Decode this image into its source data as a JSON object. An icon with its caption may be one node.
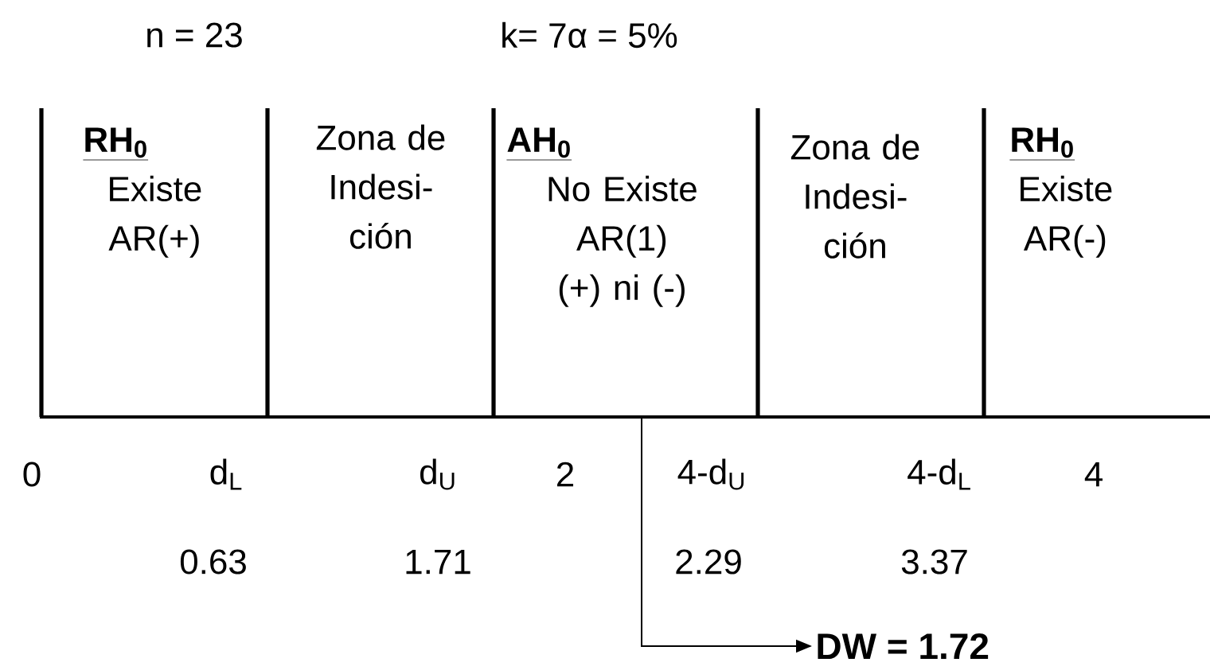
{
  "diagram": {
    "nodes": [
      {
        "text": [
          "RH$_{0}$",
          "Existe AR(+)"
        ]
      },
      {
        "text": [
          "Zona de Indesi- ción"
        ]
      },
      {
        "text": [
          "AH$_{0}$",
          "No Existe AR(1) (+) ni (-)"
        ]
      },
      {
        "text": [
          "Zona de Indesi- ción"
        ]
      },
      {
        "text": [
          "RH$_{0}$",
          "Existe AR(-)"
        ]
      },
      {
        "text": [
          "DW = 1.72"
        ]
      }
    ],
    "edges": [
      {
        "from": null,
        "to": 5,
        "arrow": "to"
      }
    ],
    "labels": [
      "n = 23",
      "k= 7α = 5%",
      "0",
      "d$_{L}$",
      "d$_{U}$",
      "2",
      "4-d$_{U}$",
      "4-d$_{L}$",
      "4",
      "0.63",
      "1.71",
      "2.29",
      "3.37"
    ]
  }
}
